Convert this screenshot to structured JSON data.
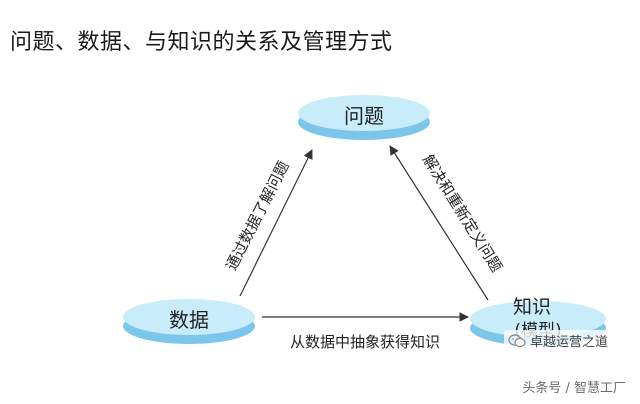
{
  "title": "问题、数据、与知识的关系及管理方式",
  "nodes": {
    "problem": "问题",
    "data": "数据",
    "knowledge_line1": "知识",
    "knowledge_line2": "(模型)"
  },
  "edges": {
    "data_to_problem": "通过数据了解问题",
    "problem_to_knowledge": "解决和重新定义问题",
    "data_to_knowledge": "从数据中抽象获得知识"
  },
  "watermark": {
    "wechat_account": "卓越运营之道",
    "footer": "头条号 / 智慧工厂"
  },
  "colors": {
    "ellipse_top": "#c9ecfb",
    "ellipse_side": "#7cc6ec",
    "arrow": "#333333"
  }
}
